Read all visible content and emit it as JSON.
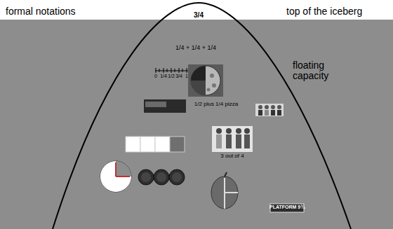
{
  "diagram": {
    "labels": [
      "formal notations",
      "top of the iceberg",
      "3/4",
      "1/4 + 1/4 + 1/4",
      "floating capacity",
      "0",
      "1/4",
      "1/2",
      "3/4",
      "1",
      "1/2 plus 1/4 pizza",
      "3 out of 4",
      "PLATFORM 9¾"
    ]
  }
}
